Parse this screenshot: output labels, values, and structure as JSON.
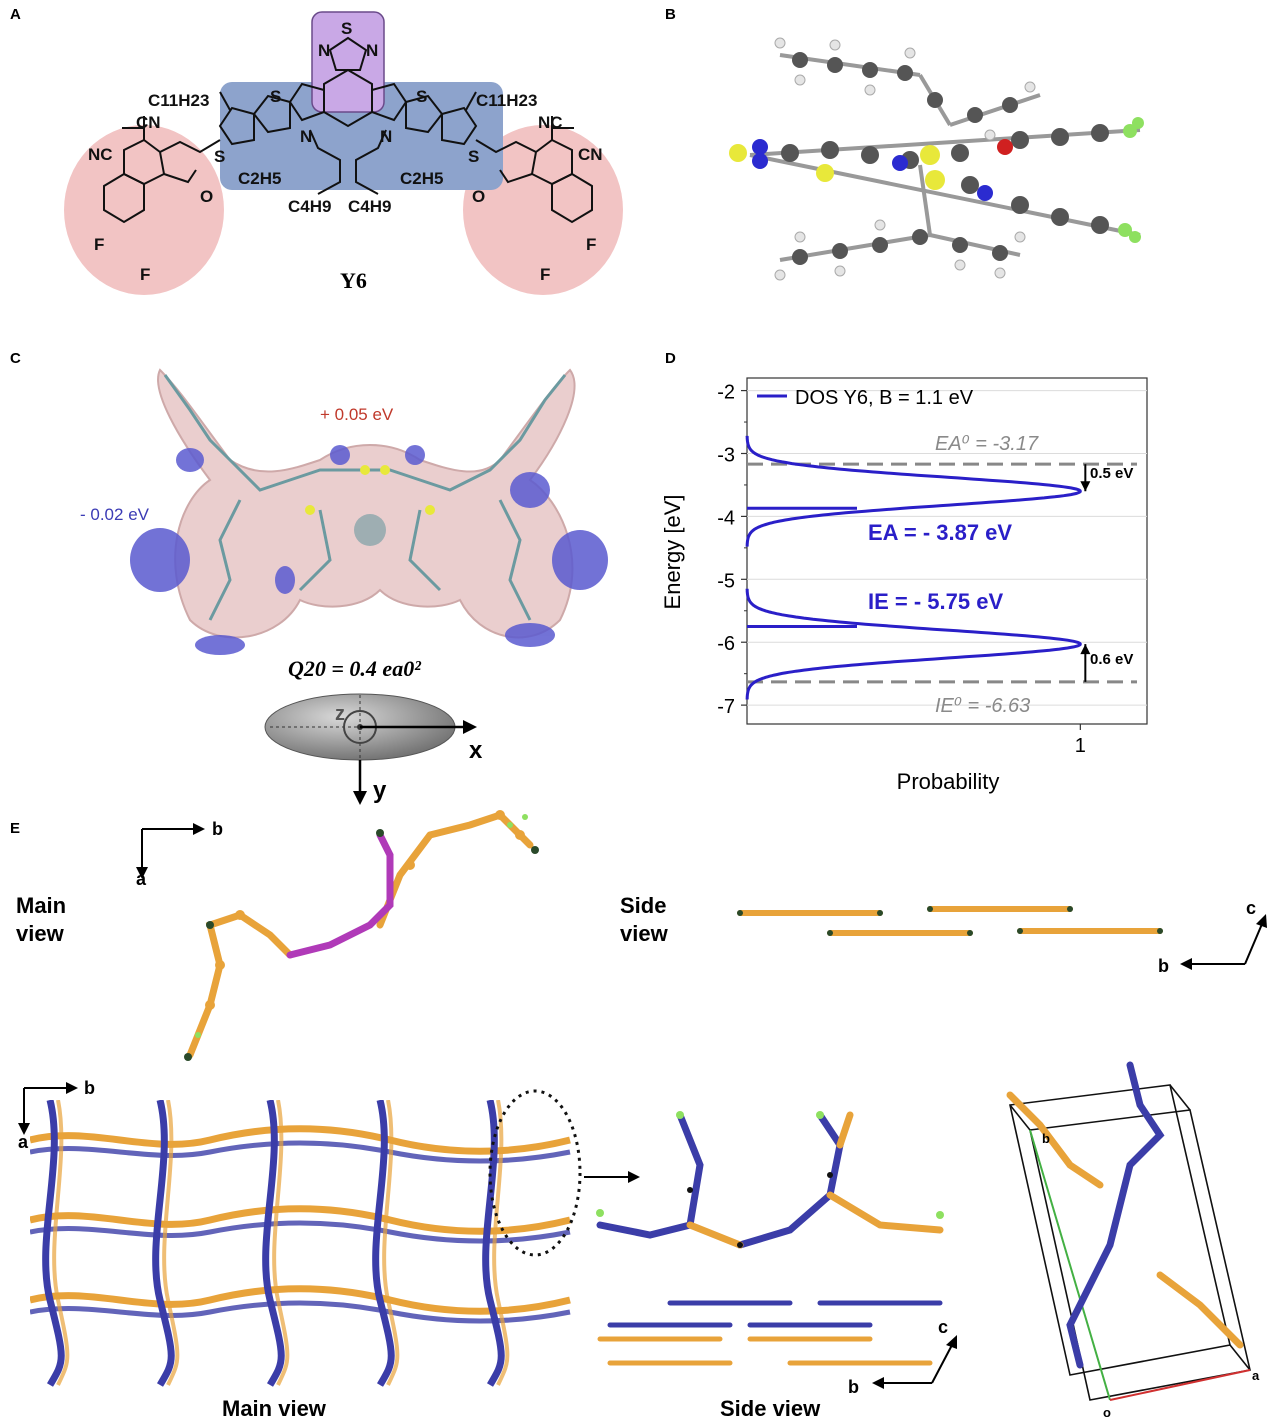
{
  "panels": {
    "a": "A",
    "b": "B",
    "c": "C",
    "d": "D",
    "e": "E"
  },
  "panel_a": {
    "molecule_name": "Y6",
    "substituents": {
      "c11h23_left": "C11H23",
      "c11h23_right": "C11H23",
      "c2h5_left": "C2H5",
      "c2h5_right": "C2H5",
      "c4h9_left": "C4H9",
      "c4h9_right": "C4H9"
    },
    "atoms": {
      "s_top": "S",
      "n_left": "N",
      "n_right": "N",
      "cn_left": "CN",
      "nc_left": "NC",
      "nc_right": "NC",
      "cn_right": "CN",
      "o_left": "O",
      "o_right": "O",
      "f_left_1": "F",
      "f_left_2": "F",
      "f_right_1": "F",
      "f_right_2": "F",
      "s_ring": "S",
      "n_core": "N"
    },
    "colors": {
      "end_group": "#f2c4c4",
      "core": "#8da3cc",
      "btd": "#c9a8e6"
    }
  },
  "panel_c": {
    "energy_plus": "+ 0.05 eV",
    "energy_minus": "- 0.02 eV",
    "quadrupole": "Q20 = 0.4 ea0²",
    "axis_x": "x",
    "axis_y": "y",
    "axis_z": "z",
    "colors": {
      "positive": "#c0392b",
      "negative": "#3b3bb5",
      "surface": "#e8c9c9"
    }
  },
  "panel_e": {
    "axis_b": "b",
    "axis_a": "a",
    "axis_c": "c",
    "main_view_top": "Main view",
    "side_view_top": "Side view",
    "main_view_bottom": "Main view",
    "side_view_bottom": "Side view",
    "cell_b": "b",
    "cell_o": "o",
    "cell_a": "a",
    "colors": {
      "orange": "#e8a33a",
      "purple": "#b03ab8",
      "blue": "#3b3da8"
    }
  },
  "chart_data": {
    "type": "line",
    "ylabel": "Energy [eV]",
    "xlabel": "Probability",
    "ylim": [
      -7.3,
      -1.8
    ],
    "xlim": [
      0,
      1.2
    ],
    "yticks": [
      -2,
      -3,
      -4,
      -5,
      -6,
      -7
    ],
    "xticks": [
      1
    ],
    "legend": "DOS Y6, B = 1.1 eV",
    "legend_position": "top-left",
    "grid": true,
    "series": [
      {
        "name": "DOS Y6, B = 1.1 eV",
        "peak_energy": -3.6,
        "sigma": 0.22,
        "color": "#2a1fc8"
      },
      {
        "name": "DOS Y6, B = 1.1 eV",
        "peak_energy": -6.03,
        "sigma": 0.22,
        "color": "#2a1fc8"
      }
    ],
    "hlines": [
      {
        "y": -3.17,
        "label": "EA⁰ = -3.17",
        "style": "dashed",
        "color": "#888888"
      },
      {
        "y": -6.63,
        "label": "IE⁰ = -6.63",
        "style": "dashed",
        "color": "#888888"
      },
      {
        "y": -3.87,
        "style": "solid",
        "color": "#2a1fc8"
      },
      {
        "y": -5.75,
        "style": "solid",
        "color": "#2a1fc8"
      }
    ],
    "annotations": {
      "ea": "EA = - 3.87 eV",
      "ie": "IE = - 5.75 eV",
      "gap_top": "0.5 eV",
      "gap_bottom": "0.6 eV",
      "ea0": "EA⁰ = -3.17",
      "ie0": "IE⁰ = -6.63"
    }
  }
}
